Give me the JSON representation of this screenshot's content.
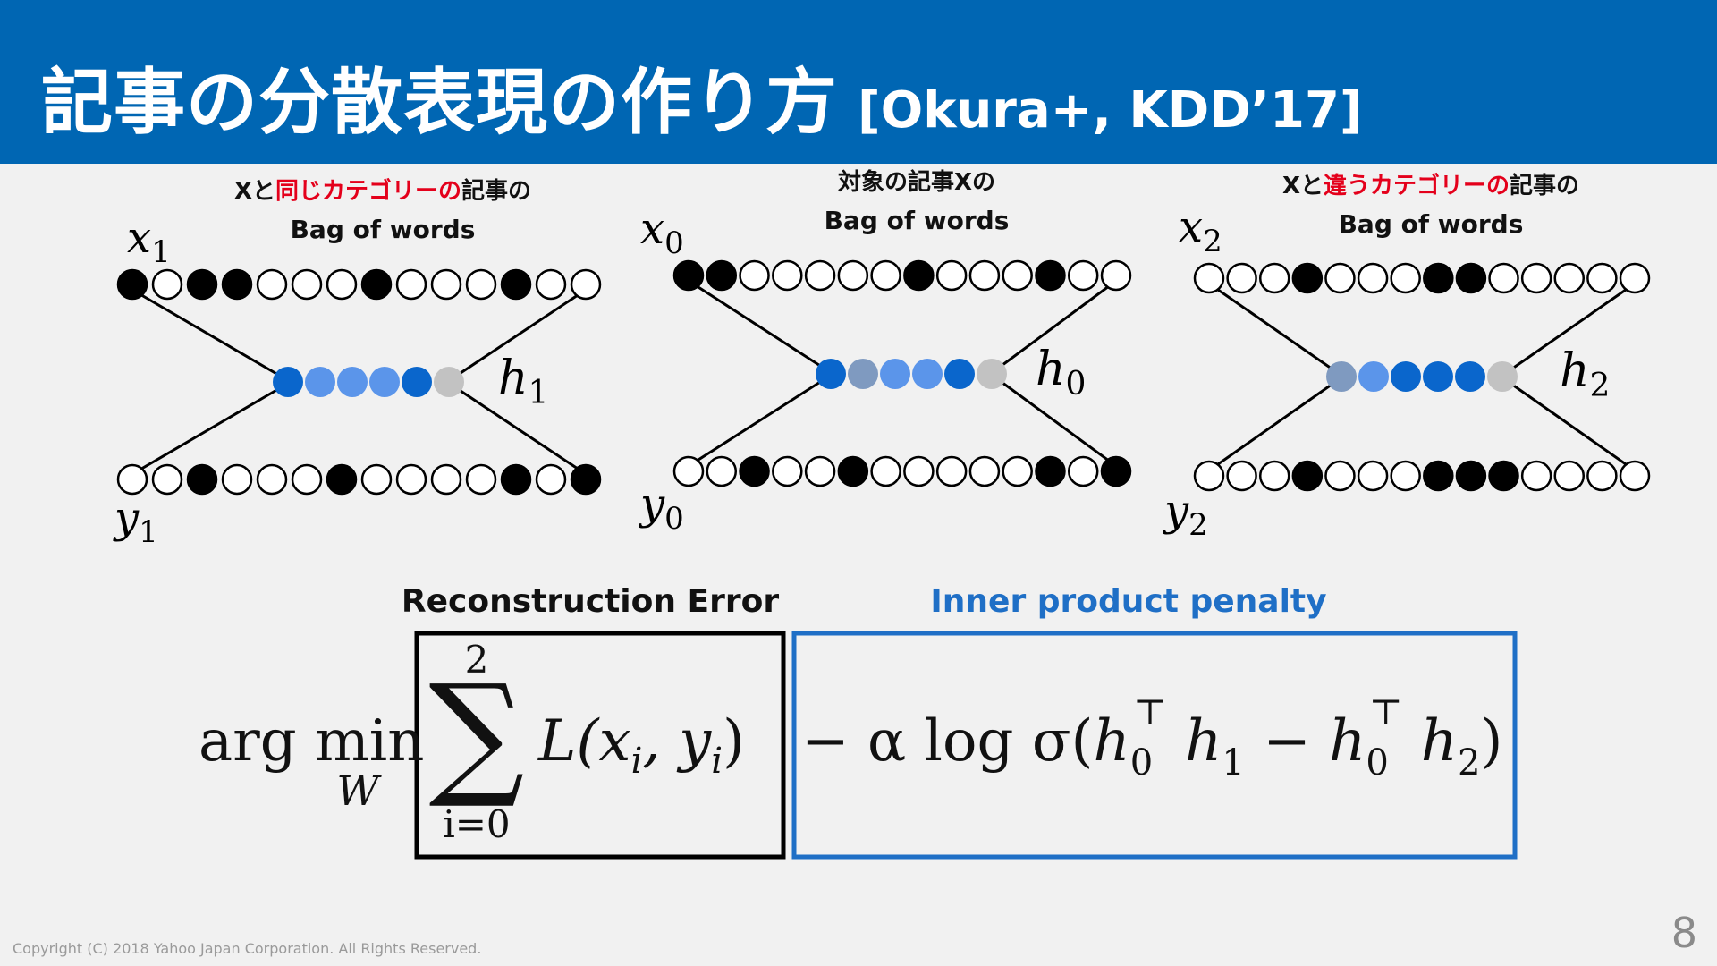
{
  "slide": {
    "title_jp": "記事の分散表現の作り方",
    "title_cite": "[Okura+, KDD’17]",
    "footer": "Copyright (C) 2018 Yahoo Japan Corporation. All Rights Reserved.",
    "page_number": "8"
  },
  "panels": [
    {
      "caption_pre": "Xと",
      "caption_red": "同じカテゴリーの",
      "caption_post": "記事の",
      "caption2": "Bag of words",
      "x_var": "x",
      "x_sub": "1",
      "h_var": "h",
      "h_sub": "1",
      "y_var": "y",
      "y_sub": "1",
      "x_pattern": [
        1,
        0,
        1,
        1,
        0,
        0,
        0,
        1,
        0,
        0,
        0,
        1,
        0,
        0
      ],
      "h_colors": [
        "#0a66cc",
        "#5b95ea",
        "#5b95ea",
        "#5b95ea",
        "#0a66cc",
        "#c2c2c2"
      ],
      "y_pattern": [
        0,
        0,
        1,
        0,
        0,
        0,
        1,
        0,
        0,
        0,
        0,
        1,
        0,
        1
      ]
    },
    {
      "caption_pre": "対象の記事Xの",
      "caption_red": "",
      "caption_post": "",
      "caption2": "Bag of words",
      "x_var": "x",
      "x_sub": "0",
      "h_var": "h",
      "h_sub": "0",
      "y_var": "y",
      "y_sub": "0",
      "x_pattern": [
        1,
        1,
        0,
        0,
        0,
        0,
        0,
        1,
        0,
        0,
        0,
        1,
        0,
        0
      ],
      "h_colors": [
        "#0a66cc",
        "#7f9ac0",
        "#5b95ea",
        "#5b95ea",
        "#0a66cc",
        "#c2c2c2"
      ],
      "y_pattern": [
        0,
        0,
        1,
        0,
        0,
        1,
        0,
        0,
        0,
        0,
        0,
        1,
        0,
        1
      ]
    },
    {
      "caption_pre": "Xと",
      "caption_red": "違うカテゴリーの",
      "caption_post": "記事の",
      "caption2": "Bag of words",
      "x_var": "x",
      "x_sub": "2",
      "h_var": "h",
      "h_sub": "2",
      "y_var": "y",
      "y_sub": "2",
      "x_pattern": [
        0,
        0,
        0,
        1,
        0,
        0,
        0,
        1,
        1,
        0,
        0,
        0,
        0,
        0
      ],
      "h_colors": [
        "#7f9ac0",
        "#5b95ea",
        "#0a66cc",
        "#0a66cc",
        "#0a66cc",
        "#c2c2c2"
      ],
      "y_pattern": [
        0,
        0,
        0,
        1,
        0,
        0,
        0,
        1,
        1,
        1,
        0,
        0,
        0,
        0
      ]
    }
  ],
  "formula": {
    "recon_label": "Reconstruction Error",
    "penalty_label": "Inner product penalty",
    "argmin": "arg min",
    "argmin_sub": "W",
    "sum_upper": "2",
    "sum_lower": "i=0",
    "sum_symbol": "∑",
    "loss_term": "L(x",
    "alpha_log": "− α log σ(",
    "minus": "−",
    "close_paren": ")",
    "top_symbol": "⊤"
  },
  "colors": {
    "header": "#0066b3",
    "red": "#e4001b",
    "penalty_blue": "#1f6fc6",
    "dark_blue": "#0a66cc",
    "light_blue": "#5b95ea",
    "gray_blue": "#7f9ac0",
    "gray": "#c2c2c2"
  }
}
